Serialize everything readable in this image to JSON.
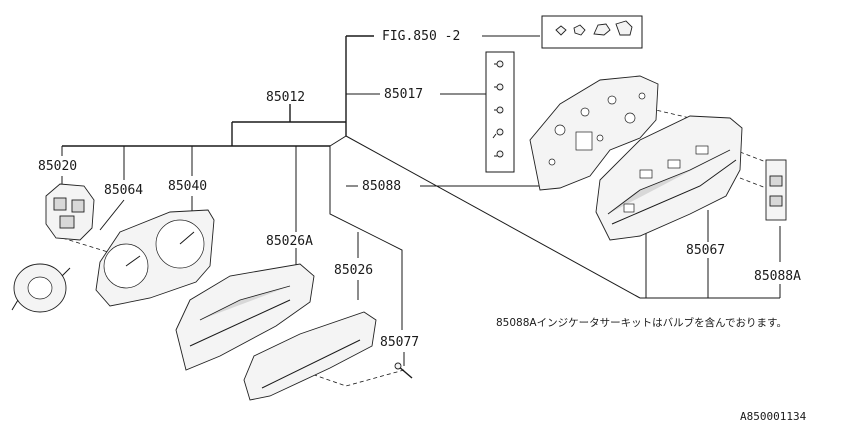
{
  "labels": {
    "fig": "FIG.850 -2",
    "p85012": "85012",
    "p85017": "85017",
    "p85088": "85088",
    "p85020": "85020",
    "p85064": "85064",
    "p85040": "85040",
    "p85026A": "85026A",
    "p85026": "85026",
    "p85077": "85077",
    "p85067": "85067",
    "p85088A": "85088A"
  },
  "note": "85088Aインジケータサーキットはバルブを含んでおります。",
  "ref_code": "A850001134"
}
